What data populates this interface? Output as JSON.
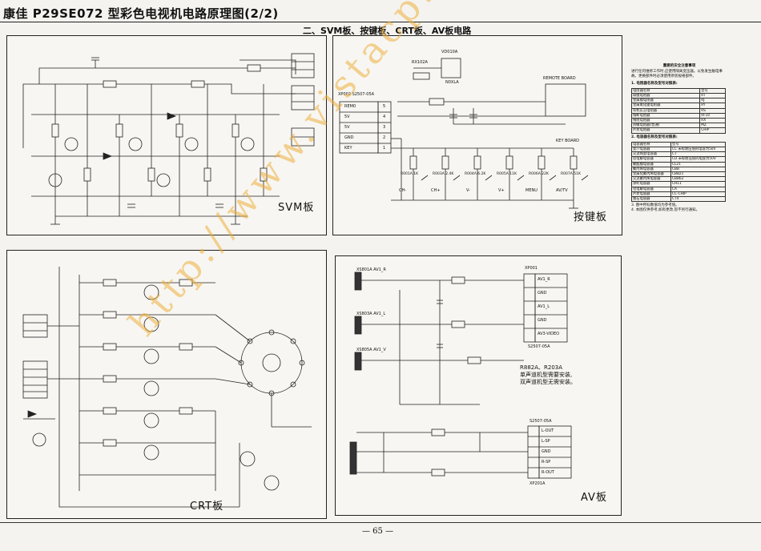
{
  "page_title": "康佳 P29SE072 型彩色电视机电路原理图(2/2)",
  "section_title": "二、SVM板、按键板、CRT板、AV板电路",
  "page_number": "— 65 —",
  "watermark": "http://www.vistacp.net",
  "panels": {
    "svm": {
      "label": "SVM板"
    },
    "keypad": {
      "label": "按键板",
      "connector": "XP002 S2507-05A",
      "pins": [
        "5",
        "4",
        "3",
        "2",
        "1"
      ],
      "pin_signals": [
        "REM0",
        "5V",
        "5V",
        "GND",
        "KEY"
      ],
      "ir_parts": [
        "VD010A",
        "RX102A",
        "N0XLA"
      ],
      "remote_label": "REMOTE BOARD",
      "keys_label": "KEY BOARD",
      "resistors": [
        "R001A 1K",
        "R003A 2.4K",
        "R004A 6.2K",
        "R005A 11K",
        "R006A 22K",
        "R007A 51K"
      ],
      "keys": [
        "CH-",
        "CH+",
        "V-",
        "V+",
        "MENU",
        "AV/TV"
      ]
    },
    "crt": {
      "label": "CRT板"
    },
    "av": {
      "label": "AV板",
      "connector": "XP001",
      "signals": [
        "AV1_R",
        "GND",
        "AV1_L",
        "GND",
        "AV3-VIDEO"
      ],
      "connector2": "S2507-05A",
      "jacks": [
        "XS801A  AV1_R",
        "XS803A  AV1_L",
        "XS805A  AV1_V"
      ],
      "out_connector": "S2507-05A",
      "out_signals": [
        "L-OUT",
        "L-SP",
        "GND",
        "R-SP",
        "R-OUT"
      ],
      "out_ref": "XP201A",
      "note_line1": "R882A、R203A",
      "note_line2": "单声道机型需要安装,",
      "note_line3": "双声道机型无需安装。"
    }
  },
  "notes": {
    "title": "重要的安全注意事项",
    "intro": "进行任何维修工作时,应使用隔离变压器。以免发生触电事故。更换部件时必须使用原装规格部件。",
    "sec1": "1. 电阻器名称及型号对照表:",
    "table1": [
      [
        "电阻器名称",
        "型号"
      ],
      [
        "碳膜电阻器",
        "RT"
      ],
      [
        "金属膜电阻器",
        "RJ"
      ],
      [
        "金属氧化膜电阻器",
        "RY"
      ],
      [
        "有机实芯电阻器",
        "RS"
      ],
      [
        "熔断电阻器",
        "RF10"
      ],
      [
        "线绕电阻器",
        "RX"
      ],
      [
        "热敏电阻器(普通)",
        "MZ"
      ],
      [
        "片状电阻器",
        "CHIP"
      ]
    ],
    "sec2": "2. 电容器名称及型号对照表:",
    "table2": [
      [
        "电容器名称",
        "型号"
      ],
      [
        "瓷介电容器",
        "CC 未标耐压值的电容为50V"
      ],
      [
        "交流陶瓷电容器",
        "CT"
      ],
      [
        "铝电解电容器",
        "CD 未标耐压值的电容为50V"
      ],
      [
        "聚酯膜电容器",
        "CL21"
      ],
      [
        "聚丙烯电容器",
        "CBB"
      ],
      [
        "金属化聚丙烯电容器",
        "CBB21"
      ],
      [
        "交流聚丙烯电容器",
        "CBB62"
      ],
      [
        "涤纶电容器",
        "CH11"
      ],
      [
        "钽电解电容器",
        "CA"
      ],
      [
        "片状电容器",
        "CC-CHIP"
      ],
      [
        "独石电容器",
        "CT4"
      ]
    ],
    "foot1": "3. 图中所标数值均为参考值。",
    "foot2": "4. 本图仅供参考,如有更改,恕不另行通知。"
  }
}
